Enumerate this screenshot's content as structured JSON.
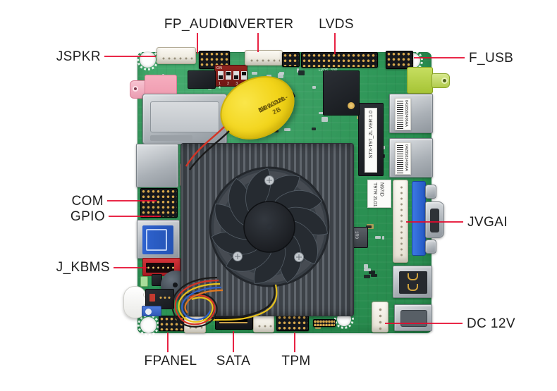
{
  "callouts": {
    "fp_audio": {
      "label": "FP_AUDIO"
    },
    "inverter": {
      "label": "INVERTER"
    },
    "lvds": {
      "label": "LVDS"
    },
    "jspkr": {
      "label": "JSPKR"
    },
    "f_usb": {
      "label": "F_USB"
    },
    "com": {
      "label": "COM"
    },
    "gpio": {
      "label": "GPIO"
    },
    "j_kbms": {
      "label": "J_KBMS"
    },
    "jvgai": {
      "label": "JVGAI"
    },
    "dc_12v": {
      "label": "DC 12V"
    },
    "fpanel": {
      "label": "FPANEL"
    },
    "sata": {
      "label": "SATA"
    },
    "tpm": {
      "label": "TPM"
    }
  },
  "board_text": {
    "battery_brand": "Newsun",
    "battery_model": "CR2032L-2B",
    "battery_voltage": "3V",
    "barcode_label_1": "0428582406AA",
    "barcode_label_2": "0428582406AA",
    "module_label": "STX-T97_2L VER:1.0",
    "chip_label_1": "N97ID",
    "chip_label_2": "T97R",
    "chip_label_3": "2L01",
    "lvds_silkscreen": "LVDS_30P",
    "dip_on": "ON",
    "dip_numbers": "1 2 3 4",
    "inductor_label": "1R0"
  },
  "colors": {
    "leader_line": "#e60a2e",
    "label_text": "#1f1f1f",
    "pcb_green": "#2f9e5d",
    "battery_yellow": "#f2d41a"
  }
}
